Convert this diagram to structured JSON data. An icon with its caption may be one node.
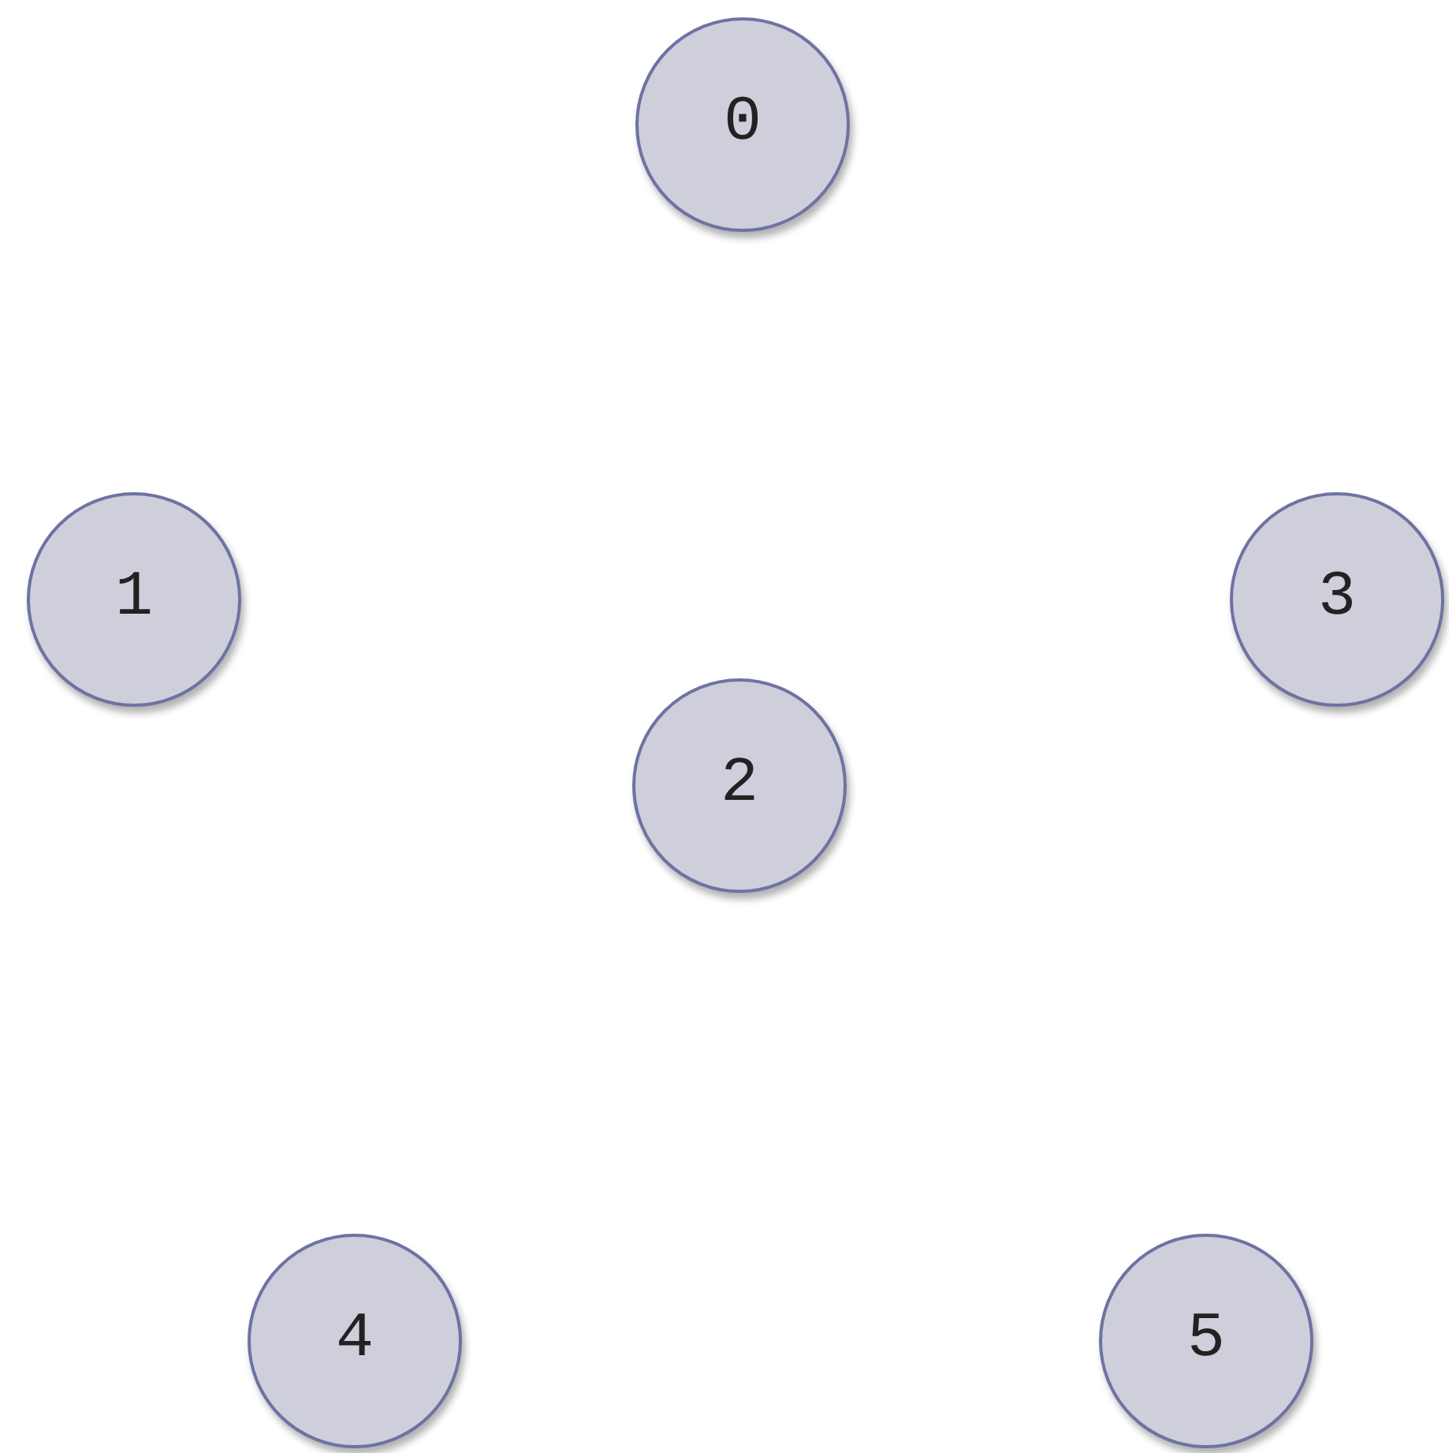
{
  "diagram": {
    "nodes": [
      {
        "text": [
          "0"
        ]
      },
      {
        "text": [
          "1"
        ]
      },
      {
        "text": [
          "2"
        ]
      },
      {
        "text": [
          "3"
        ]
      },
      {
        "text": [
          "4"
        ]
      },
      {
        "text": [
          "5"
        ]
      }
    ]
  }
}
